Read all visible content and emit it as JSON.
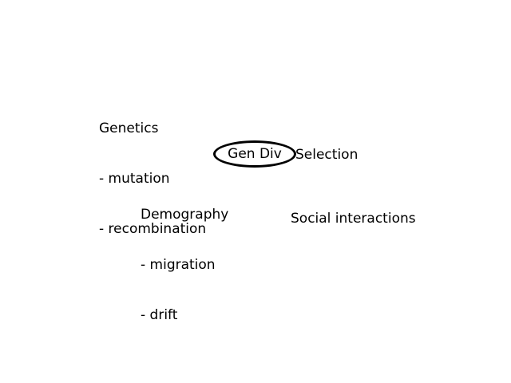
{
  "diagram": {
    "center": {
      "label": "Gen Div"
    },
    "nodes": [
      {
        "id": "genetics",
        "title": "Genetics",
        "items": [
          "- mutation",
          "- recombination"
        ]
      },
      {
        "id": "selection",
        "title": "Selection",
        "items": []
      },
      {
        "id": "demography",
        "title": "Demography",
        "items": [
          "- migration",
          "- drift"
        ]
      },
      {
        "id": "social",
        "title": "Social interactions",
        "items": []
      }
    ]
  }
}
